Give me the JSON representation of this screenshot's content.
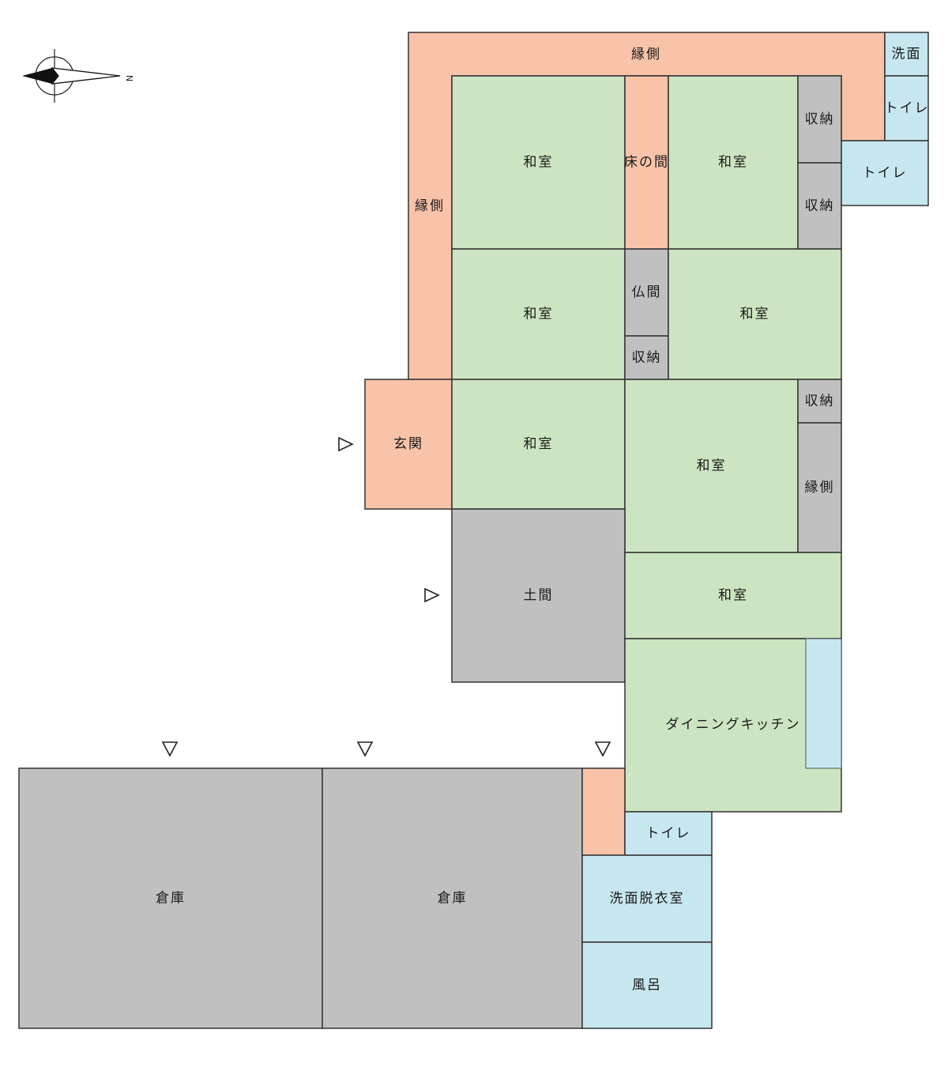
{
  "colors": {
    "engawa": "#F9C3A9",
    "washitsu": "#CCE4C1",
    "storage": "#C0C0C0",
    "water": "#C6E7EF"
  },
  "compass": {
    "north_label": "N",
    "icon": "compass-icon"
  },
  "entrance_marker_icon": "triangle-outline-icon",
  "rooms": {
    "engawa_top": "縁側",
    "senmen_top": "洗面",
    "toilet_top": "トイレ",
    "toilet_top2": "トイレ",
    "washitsu_1": "和室",
    "tokonoma": "床の間",
    "washitsu_2": "和室",
    "shuno_1": "収納",
    "shuno_2": "収納",
    "engawa_left": "縁側",
    "washitsu_3": "和室",
    "butsuma": "仏間",
    "shuno_3": "収納",
    "washitsu_4": "和室",
    "genkan": "玄関",
    "washitsu_5": "和室",
    "washitsu_6": "和室",
    "shuno_4": "収納",
    "engawa_right": "縁側",
    "doma": "土間",
    "washitsu_7": "和室",
    "dining_kitchen": "ダイニングキッチン",
    "souko_1": "倉庫",
    "souko_2": "倉庫",
    "toilet_bottom": "トイレ",
    "senmen_datsuishitsu": "洗面脱衣室",
    "furo": "風呂"
  }
}
